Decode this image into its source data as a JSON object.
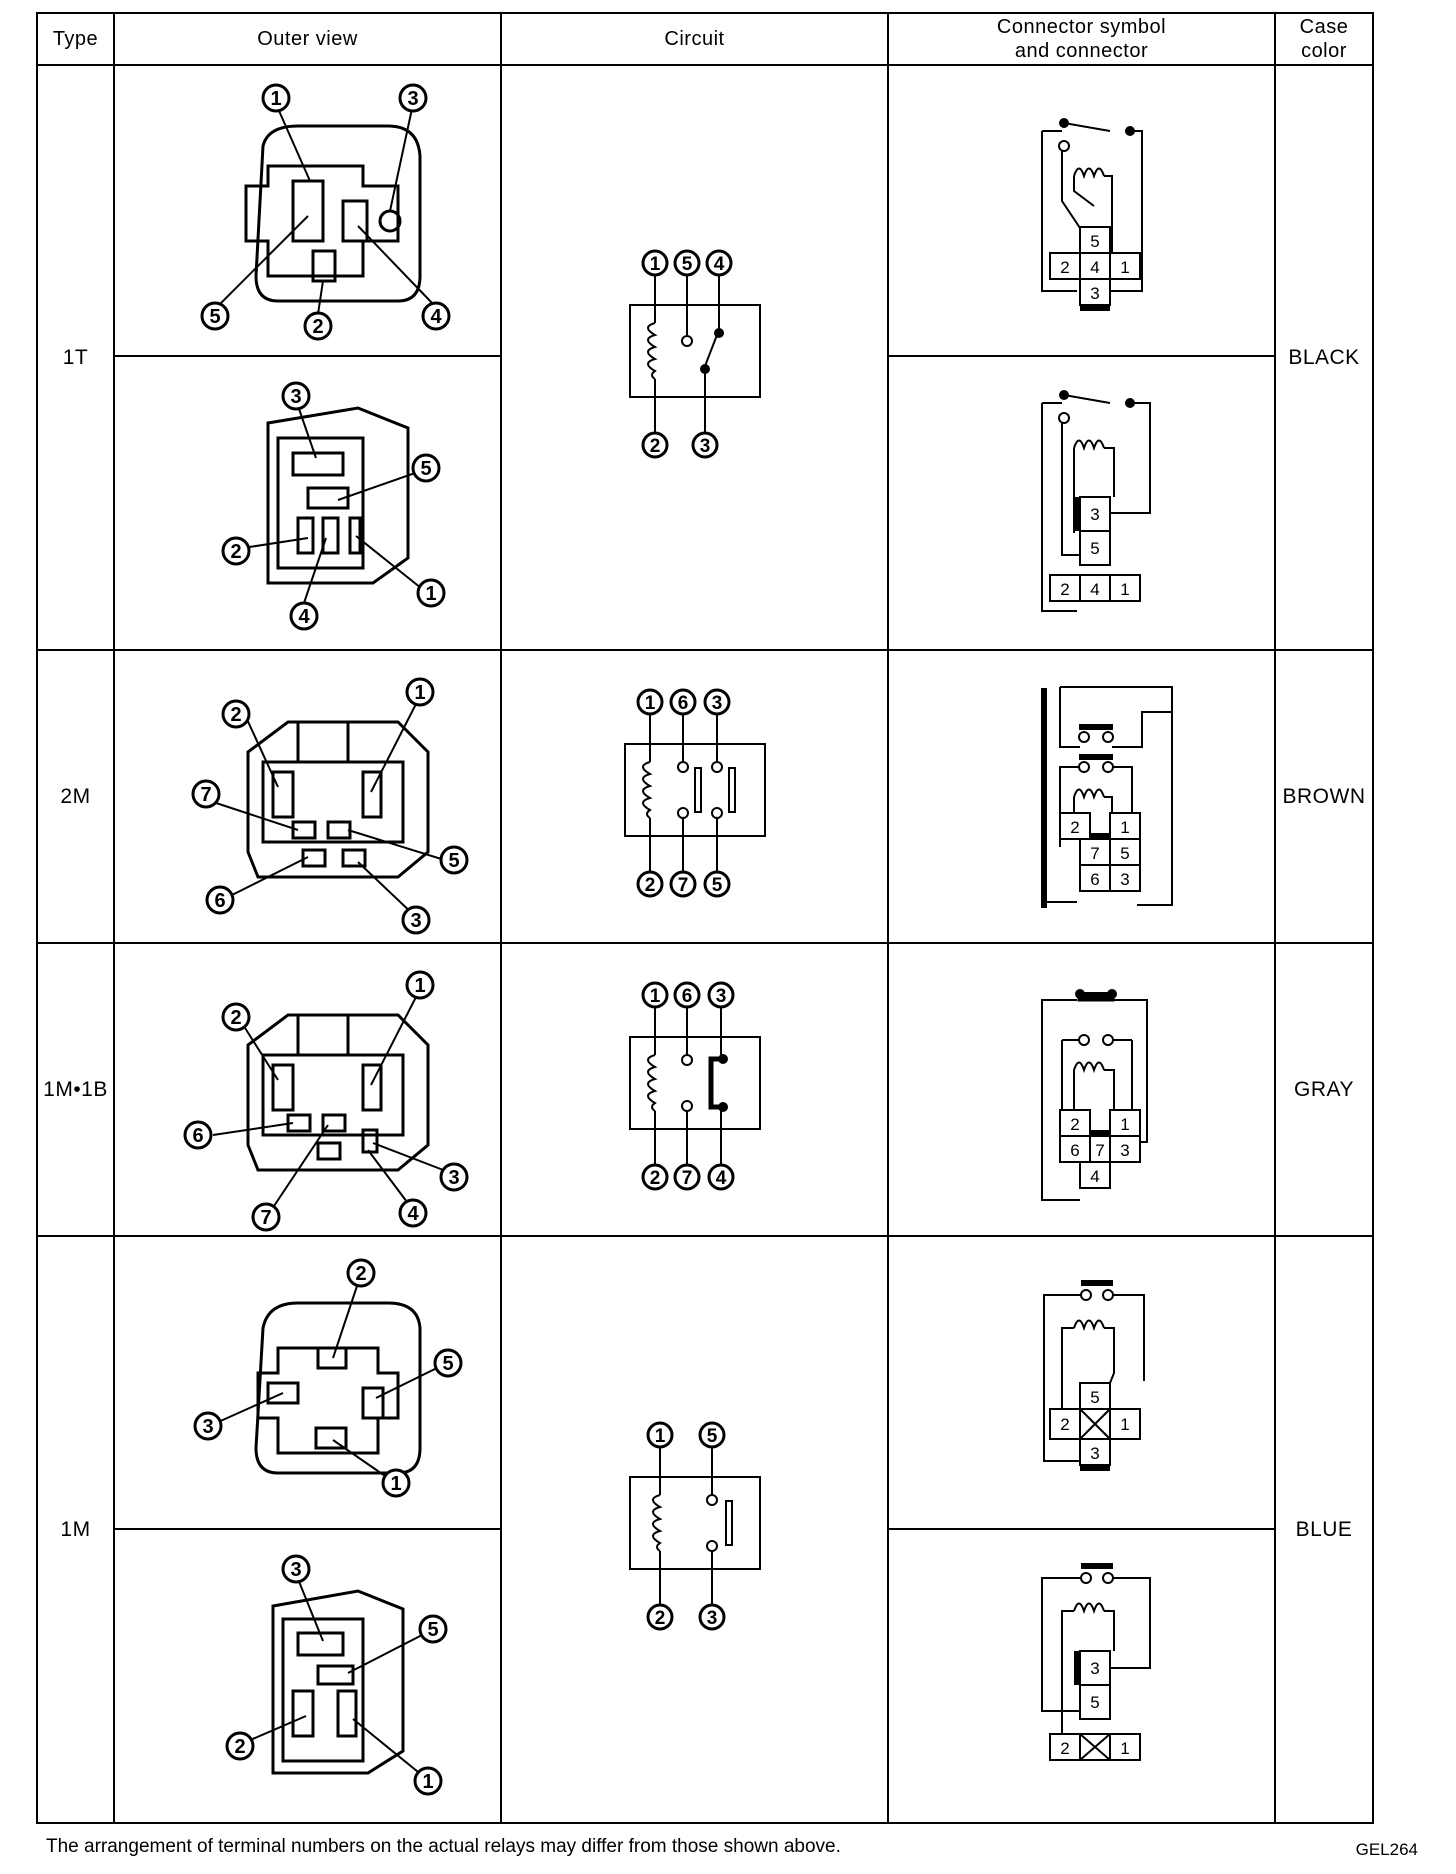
{
  "table": {
    "headers": {
      "type": "Type",
      "outer_view": "Outer view",
      "circuit": "Circuit",
      "connector_line1": "Connector symbol",
      "connector_line2": "and connector",
      "case_line1": "Case",
      "case_line2": "color"
    },
    "rows": [
      {
        "type": "1T",
        "case_color": "BLACK",
        "outer_view_a_terminals": [
          "1",
          "3",
          "5",
          "2",
          "4"
        ],
        "outer_view_b_terminals": [
          "3",
          "5",
          "2",
          "1",
          "4"
        ],
        "circuit_top": [
          "1",
          "5",
          "4"
        ],
        "circuit_bottom": [
          "2",
          "3"
        ],
        "connector_a": [
          "5",
          "2",
          "4",
          "1",
          "3"
        ],
        "connector_b": [
          "3",
          "5",
          "2",
          "4",
          "1"
        ]
      },
      {
        "type": "2M",
        "case_color": "BROWN",
        "outer_view_terminals": [
          "1",
          "2",
          "7",
          "5",
          "6",
          "3"
        ],
        "circuit_top": [
          "1",
          "6",
          "3"
        ],
        "circuit_bottom": [
          "2",
          "7",
          "5"
        ],
        "connector": [
          "2",
          "1",
          "7",
          "5",
          "6",
          "3"
        ]
      },
      {
        "type": "1M•1B",
        "case_color": "GRAY",
        "outer_view_terminals": [
          "1",
          "2",
          "6",
          "3",
          "7",
          "4"
        ],
        "circuit_top": [
          "1",
          "6",
          "3"
        ],
        "circuit_bottom": [
          "2",
          "7",
          "4"
        ],
        "connector": [
          "2",
          "1",
          "6",
          "7",
          "3",
          "4"
        ]
      },
      {
        "type": "1M",
        "case_color": "BLUE",
        "outer_view_a_terminals": [
          "2",
          "5",
          "3",
          "1"
        ],
        "outer_view_b_terminals": [
          "3",
          "5",
          "2",
          "1"
        ],
        "circuit_top": [
          "1",
          "5"
        ],
        "circuit_bottom": [
          "2",
          "3"
        ],
        "connector_a": [
          "5",
          "2",
          "1",
          "3"
        ],
        "connector_b": [
          "3",
          "5",
          "2",
          "1"
        ]
      }
    ]
  },
  "footnote": "The arrangement of terminal numbers on the actual relays may differ from those shown above.",
  "figure_code": "GEL264"
}
